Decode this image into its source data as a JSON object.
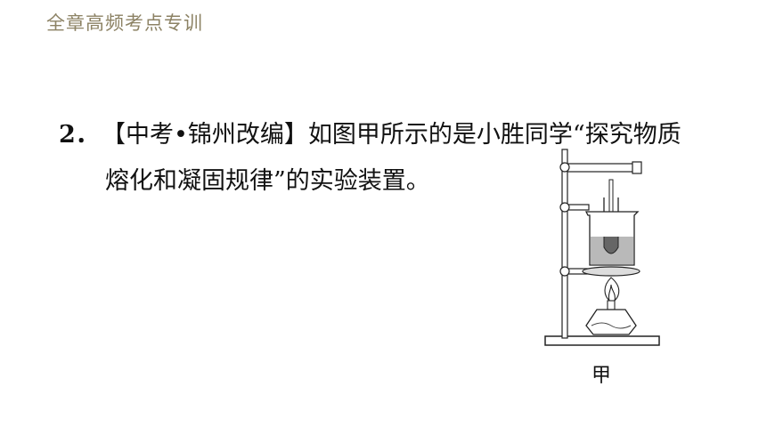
{
  "header": {
    "title": "全章高频考点专训"
  },
  "question": {
    "number": "2．",
    "source_tag": "【中考•锦州改编】",
    "line1_text": "如图甲所示的是小胜同学“探究物质",
    "line2_text": "熔化和凝固规律”的实验装置。"
  },
  "figure": {
    "caption": "甲"
  }
}
